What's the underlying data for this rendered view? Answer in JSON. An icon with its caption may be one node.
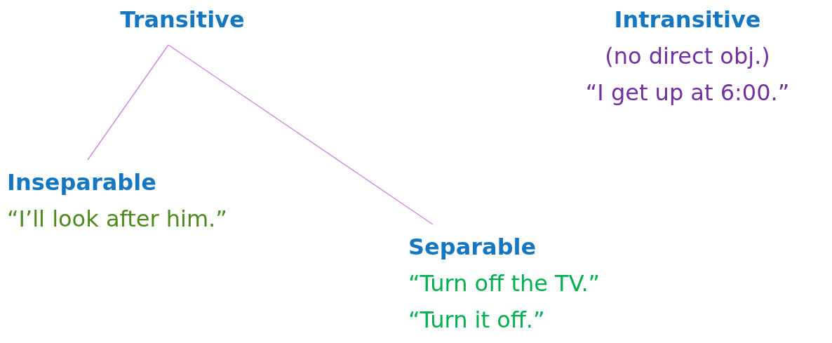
{
  "diagram": {
    "nodes": [
      {
        "text": [
          "Transitive"
        ]
      },
      {
        "text": [
          "Intransitive",
          "(no direct obj.)",
          "“I get up at 6:00.”"
        ]
      },
      {
        "text": [
          "Inseparable",
          "“I’ll look after him.”"
        ]
      },
      {
        "text": [
          "Separable",
          "“Turn off the TV.”",
          "“Turn it off.”"
        ]
      }
    ],
    "edges": [
      {
        "from": 0,
        "to": 2,
        "arrow": "none",
        "color": "#cc88dd"
      },
      {
        "from": 0,
        "to": 3,
        "arrow": "none",
        "color": "#cc88dd"
      }
    ]
  }
}
